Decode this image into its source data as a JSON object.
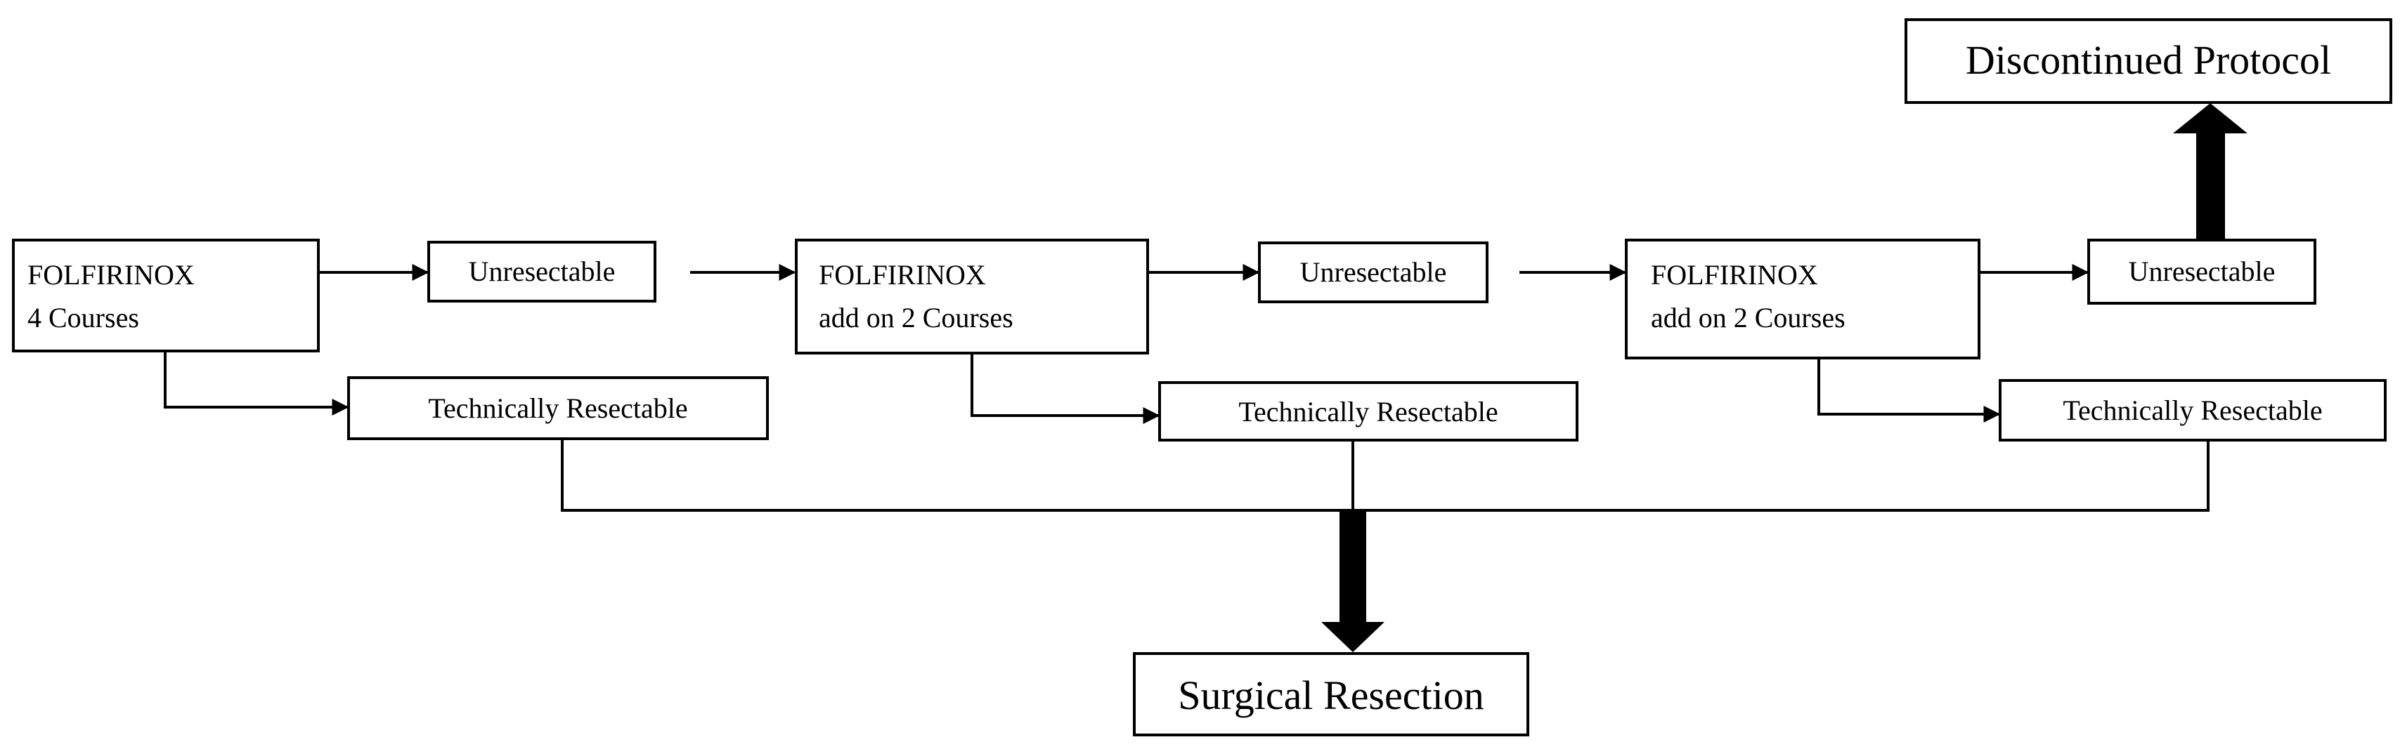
{
  "nodes": {
    "folfirinox_1": {
      "line1": "FOLFIRINOX",
      "line2": "4 Courses"
    },
    "unresectable_1": {
      "label": "Unresectable"
    },
    "tech_resectable_1": {
      "label": "Technically Resectable"
    },
    "folfirinox_2": {
      "line1": "FOLFIRINOX",
      "line2": "add on 2 Courses"
    },
    "unresectable_2": {
      "label": "Unresectable"
    },
    "tech_resectable_2": {
      "label": "Technically Resectable"
    },
    "folfirinox_3": {
      "line1": "FOLFIRINOX",
      "line2": "add on 2 Courses"
    },
    "unresectable_3": {
      "label": "Unresectable"
    },
    "tech_resectable_3": {
      "label": "Technically Resectable"
    },
    "discontinued": {
      "label": "Discontinued Protocol"
    },
    "surgical_resection": {
      "label": "Surgical Resection"
    }
  },
  "colors": {
    "stroke": "#000000",
    "background": "#ffffff"
  }
}
